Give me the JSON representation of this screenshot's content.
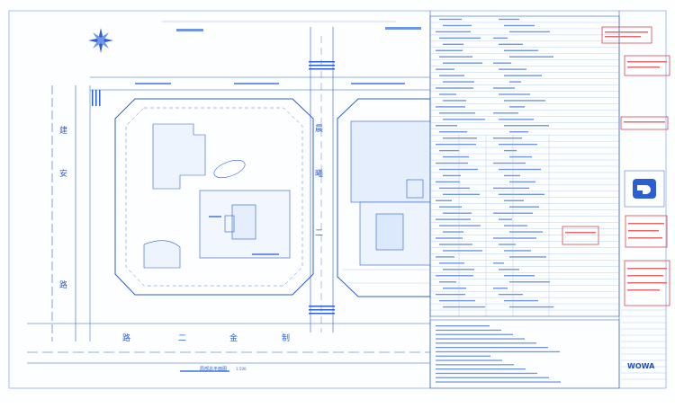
{
  "roads": {
    "west_chars": [
      "建",
      "安",
      "路"
    ],
    "south_chars": [
      "路",
      "二",
      "金",
      "制"
    ],
    "center_chars": [
      "晨",
      "曦",
      "二"
    ]
  },
  "drawing": {
    "main_caption": "局部总平面图",
    "scale": "1:500"
  },
  "title_block": {
    "brand": "WOWA",
    "sheet_table_rows": 48,
    "stamp_count": 6
  },
  "colors": {
    "line": "#2b5fd1",
    "light_line": "#8fb0f0",
    "stamp": "#d94848",
    "fill_building": "#e4eefc"
  },
  "icons": [
    "north-arrow-icon",
    "company-logo-icon"
  ]
}
